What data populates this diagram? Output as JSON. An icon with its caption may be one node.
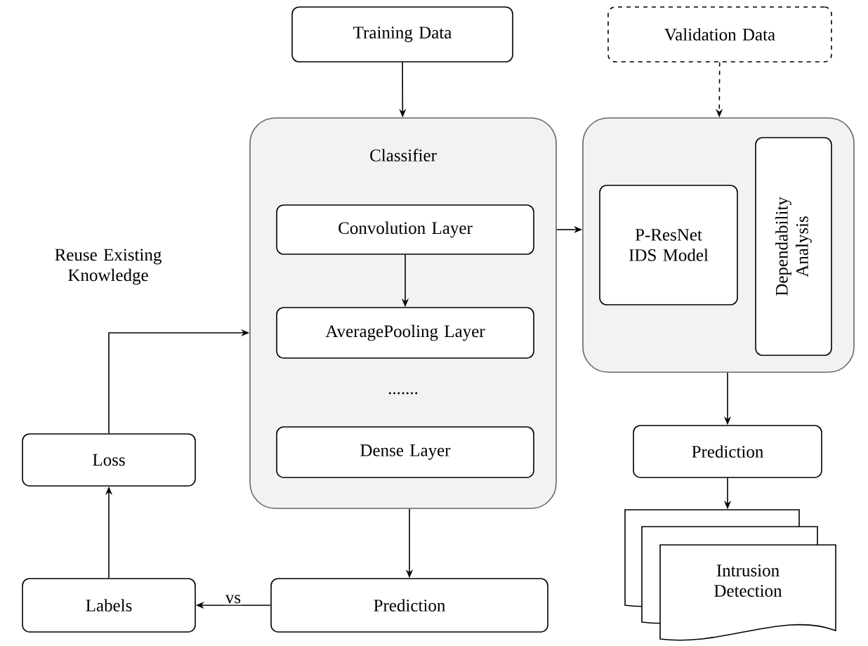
{
  "diagram": {
    "nodes": [
      {
        "text": [
          "Training Data"
        ]
      },
      {
        "text": [
          "Classifier"
        ]
      },
      {
        "text": [
          "Convolution Layer"
        ],
        "in": 1
      },
      {
        "text": [
          "AveragePooling Layer"
        ],
        "in": 1
      },
      {
        "text": [
          "Dense Layer"
        ],
        "in": 1
      },
      {
        "text": [
          "Validation Data"
        ]
      },
      {
        "text": [],
        "shape": "box"
      },
      {
        "text": [
          "P-ResNet IDS Model"
        ],
        "in": 6
      },
      {
        "text": [
          "Dependability Analysis"
        ],
        "in": 6
      },
      {
        "text": [
          "Prediction"
        ]
      },
      {
        "text": [
          "Intrusion Detection"
        ]
      },
      {
        "text": [
          "Loss"
        ]
      },
      {
        "text": [
          "Labels"
        ]
      },
      {
        "text": [
          "Prediction"
        ]
      }
    ],
    "edges": [
      {
        "from": 0,
        "to": 1,
        "arrow": "to"
      },
      {
        "from": 2,
        "to": 3,
        "arrow": "to"
      },
      {
        "from": 5,
        "to": 6,
        "arrow": "to",
        "style": "dashed"
      },
      {
        "from": 1,
        "to": 6,
        "arrow": "to"
      },
      {
        "from": 6,
        "to": 9,
        "arrow": "to"
      },
      {
        "from": 9,
        "to": 10,
        "arrow": "to"
      },
      {
        "from": 1,
        "to": 13,
        "arrow": "to"
      },
      {
        "from": 13,
        "to": 12,
        "arrow": "to",
        "label": "vs"
      },
      {
        "from": 12,
        "to": 11,
        "arrow": "to"
      },
      {
        "from": 11,
        "to": 1,
        "arrow": "to",
        "label": "Reuse Existing Knowledge"
      }
    ],
    "labels": [
      "......."
    ]
  }
}
